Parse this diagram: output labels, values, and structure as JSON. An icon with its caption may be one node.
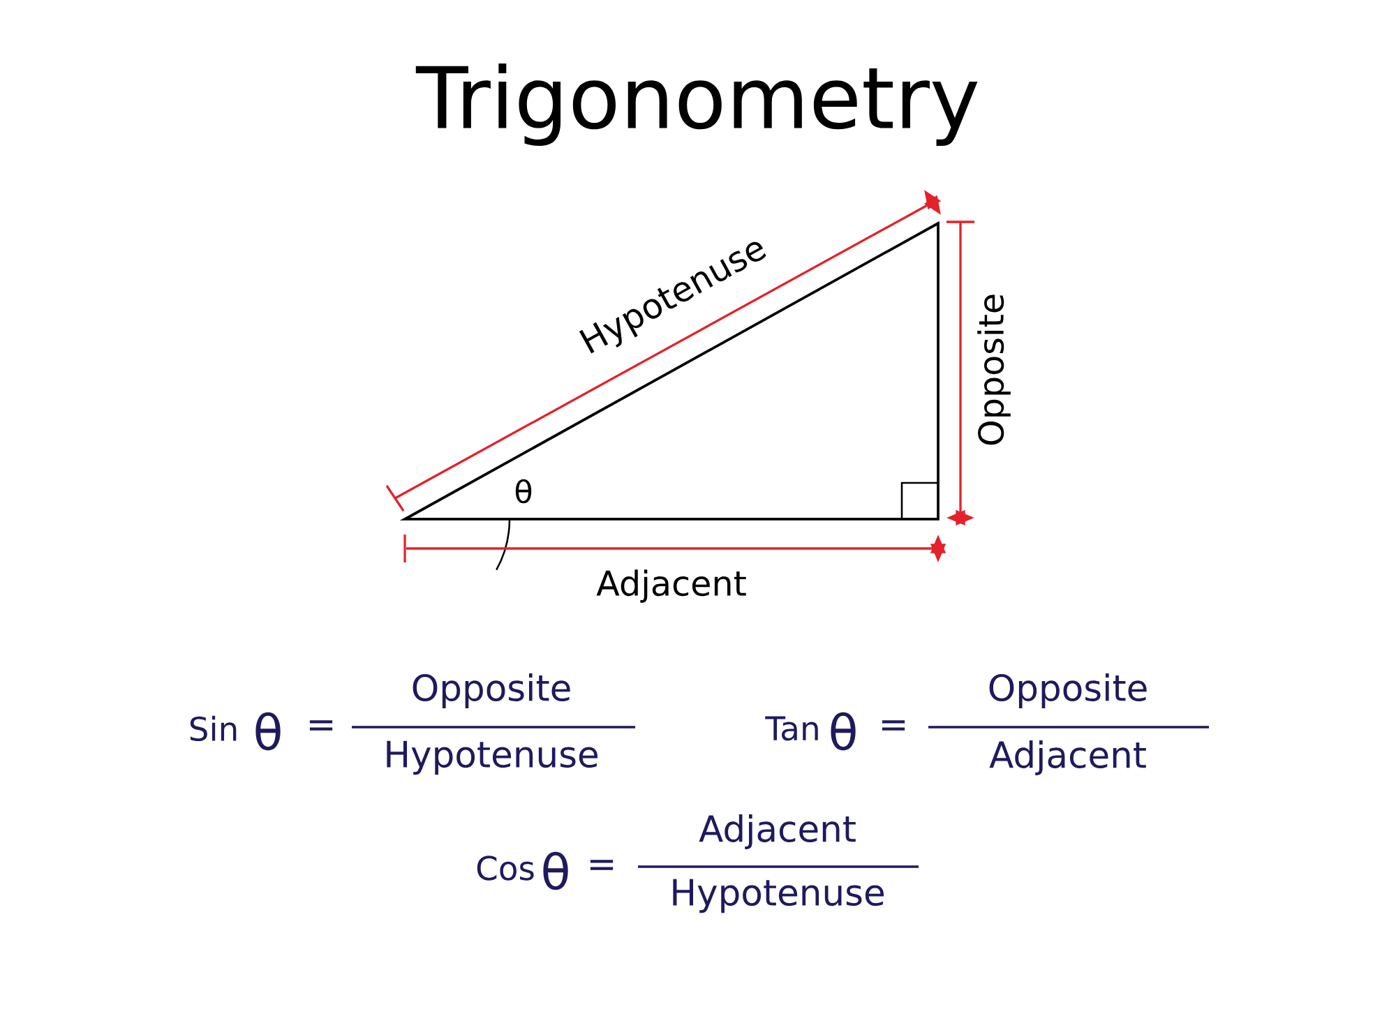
{
  "diagram": {
    "title": "Trigonometry",
    "labels": [
      "Hypotenuse",
      "θ",
      "Opposite",
      "Adjacent",
      "Sin",
      "θ",
      "=",
      "Opposite",
      "Hypotenuse",
      "Tan",
      "θ",
      "=",
      "Opposite",
      "Adjacent",
      "Cos",
      "θ",
      "=",
      "Adjacent",
      "Hypotenuse"
    ]
  }
}
